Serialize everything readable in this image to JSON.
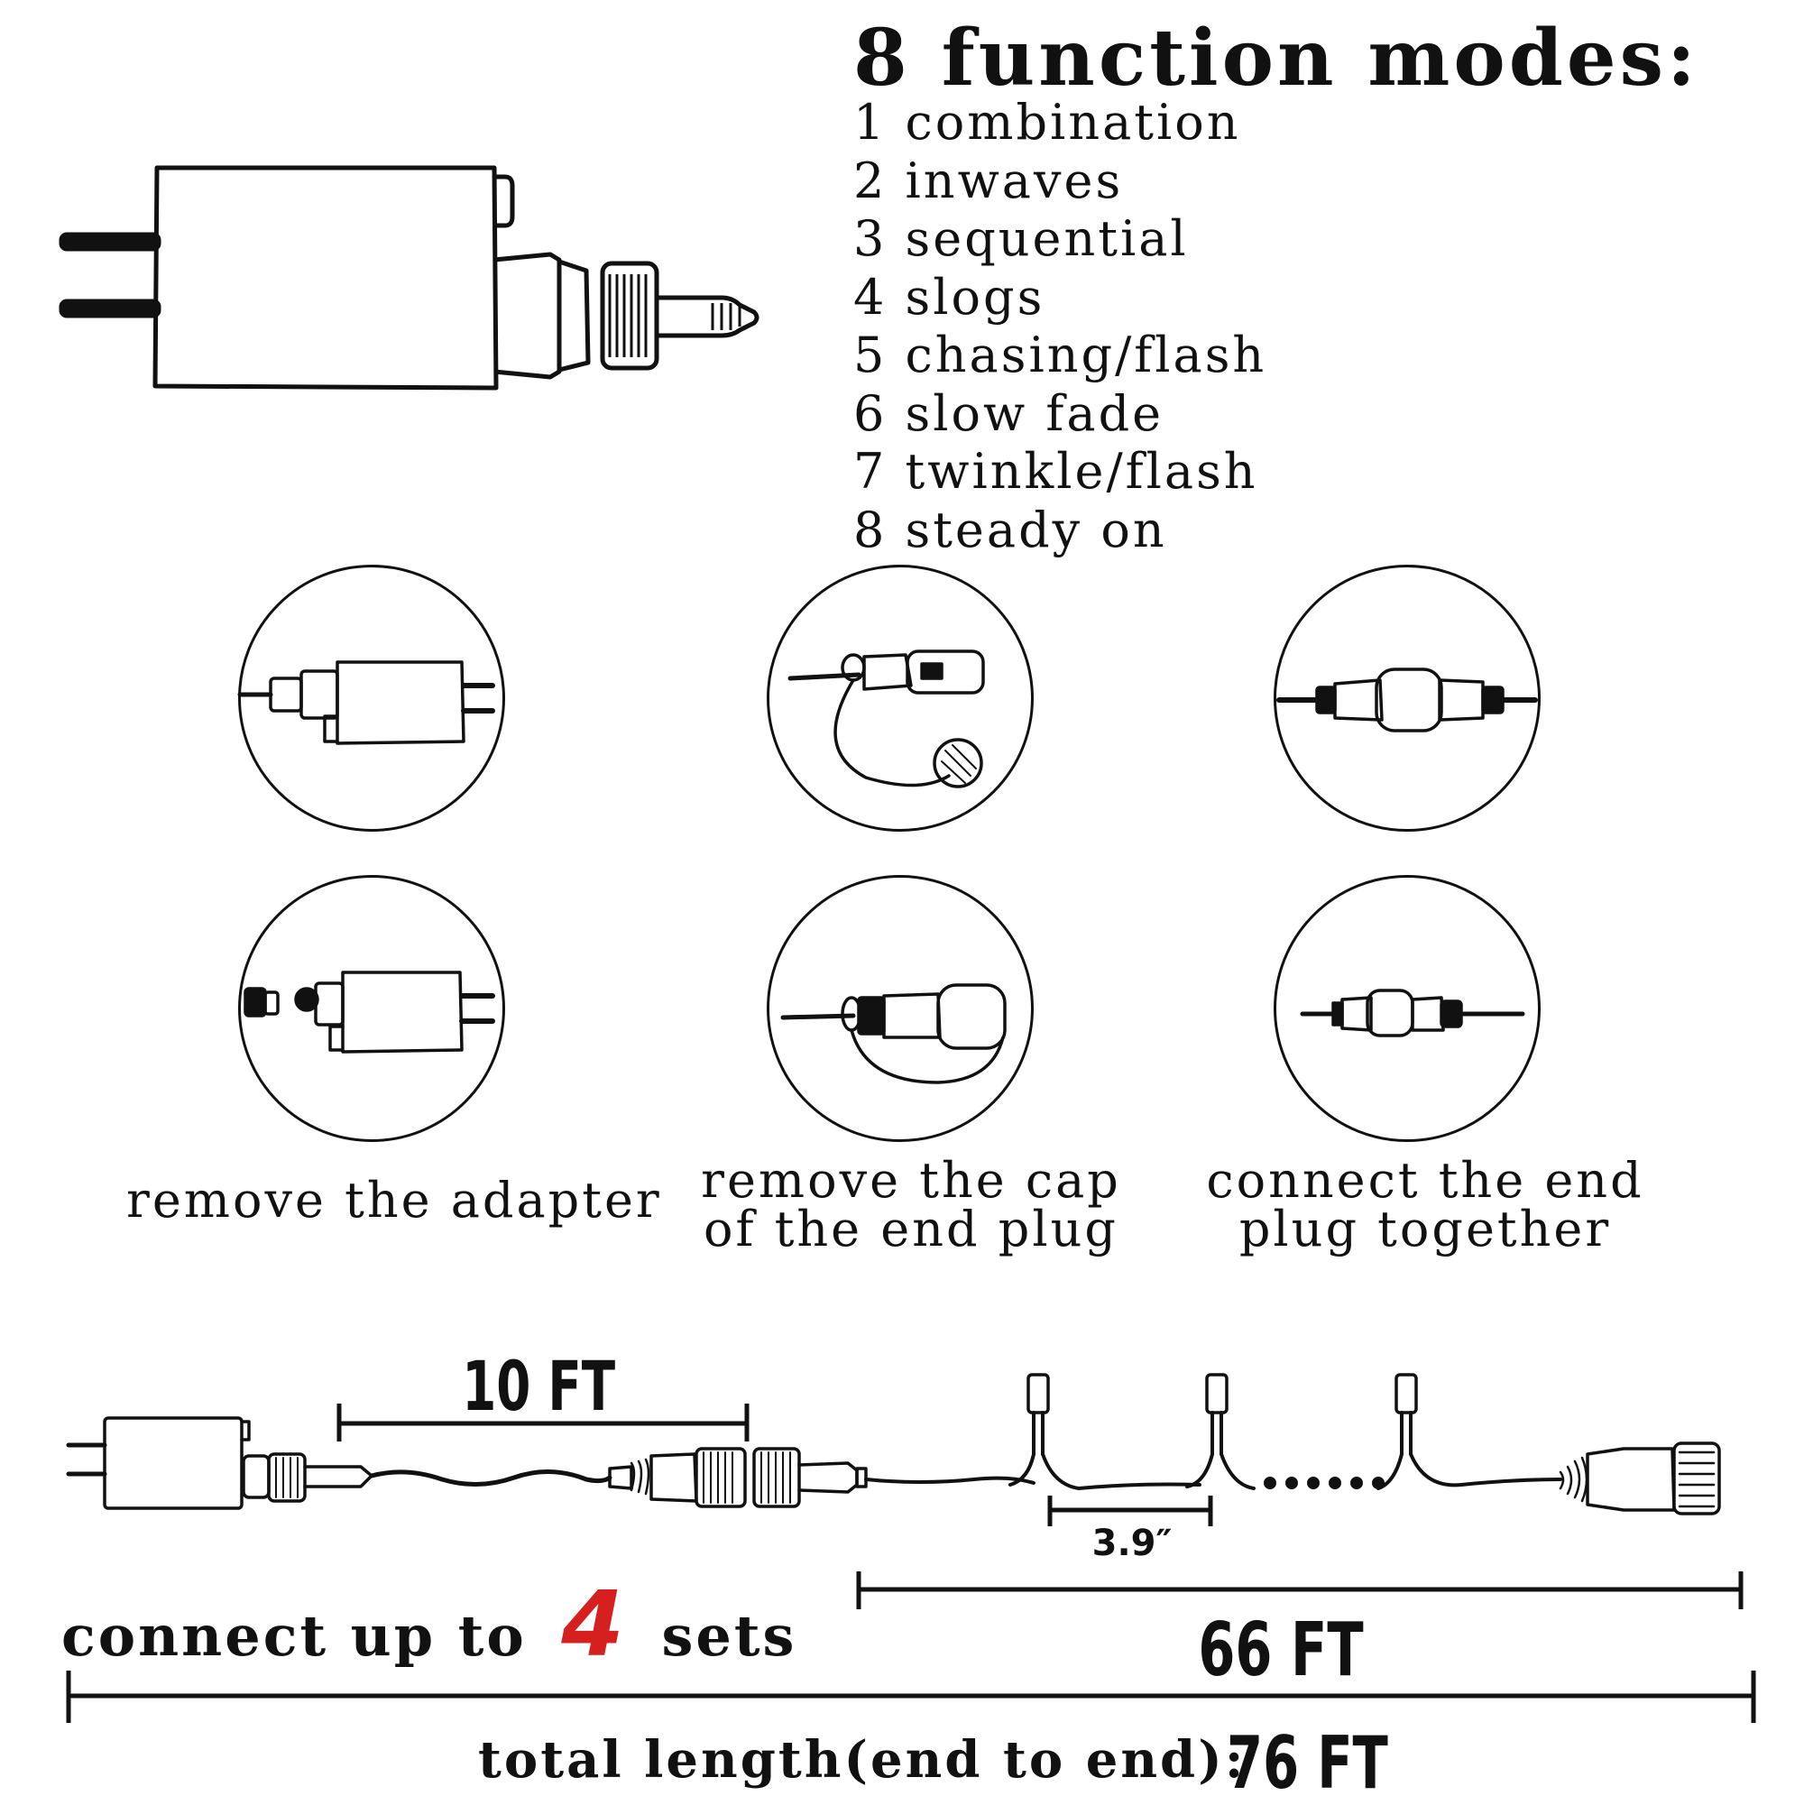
{
  "modes": {
    "title": "8 function modes:",
    "items": [
      "1 combination",
      "2 inwaves",
      "3 sequential",
      "4 slogs",
      "5 chasing/flash",
      "6 slow fade",
      "7 twinkle/flash",
      "8 steady on"
    ]
  },
  "steps": [
    {
      "caption_line1": "remove the adapter",
      "caption_line2": ""
    },
    {
      "caption_line1": "remove the cap",
      "caption_line2": "of the end plug"
    },
    {
      "caption_line1": "connect the end",
      "caption_line2": "plug together"
    }
  ],
  "dimensions": {
    "lead_wire": "10 FT",
    "bulb_spacing": "3.9″",
    "lit_length": "66 FT",
    "total_label": "total length(end to end):",
    "total_value": "76 FT"
  },
  "connect": {
    "prefix": "connect up to",
    "count": "4",
    "suffix": "sets"
  },
  "colors": {
    "ink": "#111111",
    "accent": "#d62020"
  }
}
